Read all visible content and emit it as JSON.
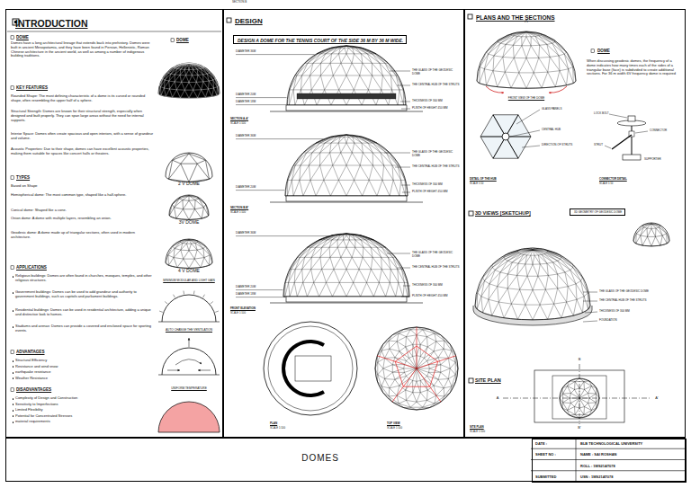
{
  "diagram": {
    "nodes": [
      {
        "text": [
          "INTRODUCTION"
        ]
      },
      {
        "text": [
          "DESIGN"
        ]
      },
      {
        "text": [
          "DESIGN A DOME FOR THE TENNIS COURT OF THE SIDE 36 M BY 36 M WIDE."
        ],
        "in": 1
      },
      {
        "text": [
          "PLANS AND THE SECTIONS"
        ]
      },
      {
        "text": [
          "3D GEOMETRY OF GEODESIC DOME"
        ],
        "in": 3
      },
      {
        "text": [
          "DOMES"
        ]
      },
      {
        "text": [
          "DATE :",
          "SHEET NO :",
          "SUBMITTED",
          "BLB TECHNOLOGICAL UNIVERSITY",
          "NAME : SAI ROSHAN",
          "ROLL : 1MS21AT078",
          "USN : 1MS21AT078"
        ],
        "in": 5
      }
    ],
    "labels": [
      "DOME",
      "Domes have a long architectural lineage that extends back into prehistory. Domes were built in ancient Mesopotamia, and they have been found in Persian, Hellenistic, Roman Chinese architecture in the ancient world, as well as among a number of indigenous building traditions.",
      "KEY FEATURES",
      "Rounded Shape: The most defining characteristic of a dome is its curved or rounded shape, often resembling the upper half of a sphere.",
      "Structural Strength: Domes are known for their structural strength, especially when designed and built properly. They can span large areas without the need for internal supports.",
      "Interior Space: Domes often create spacious and open interiors, with a sense of grandeur and volume.",
      "Acoustic Properties: Due to their shape, domes can have excellent acoustic properties, making them suitable for spaces like concert halls or theaters.",
      "TYPES",
      "Based on Shape",
      "Hemispherical dome: The most common type, shaped like a half-sphere.",
      "Conical dome: Shaped like a cone.",
      "Onion dome: A dome with multiple layers, resembling an onion.",
      "Geodesic dome: A dome made up of triangular sections, often used in modern architecture.",
      "APPLICATIONS",
      "Religious buildings: Domes are often found in churches, mosques, temples, and other religious structures.",
      "Government buildings: Domes can be used to add grandeur and authority to government buildings, such as capitols and parliament buildings.",
      "Residential buildings: Domes can be used in residential architecture, adding a unique and distinctive look to homes.",
      "Stadiums and arenas: Domes can provide a covered and enclosed space for sporting events.",
      "ADVANTAGES",
      "Structural Efficiency",
      "Resistance and wind snow",
      "earthquake resistance",
      "Weather Resistance",
      "DISADVANTAGES",
      "Complexity of Design and Construction",
      "Sensitivity to Imperfections",
      "Limited Flexibility",
      "Potential for Concentrated Stresses",
      "material requirements",
      "DOME",
      "2 V DOME",
      "3V DOME",
      "4 V DOME",
      "MINIMUM MODULAR AND LIGHT GAIN",
      "AUTO CHANGE THE VENTILATION",
      "UNIFORM TEMPERATURE",
      "DIAMETER 36M",
      "DIAMETER 20M",
      "DIAMETER 18M",
      "THE GLASS OF THE GEODESIC DOME",
      "THE CENTRAL HUB OF THE STRUTS",
      "THICKNESS OF 300 MM",
      "PLINTH OF HEIGHT 450 MM",
      "SECTION A-A'",
      "SCALE 1:100",
      "DIAMETER 36M",
      "DIAMETER 20M",
      "THE GLASS OF THE GEODESIC DOME",
      "THE CENTRAL HUB OF THE STRUTS",
      "THICKNESS OF 300 MM",
      "PLINTH OF HEIGHT 450 MM",
      "SECTION B-B'",
      "SCALE 1:100",
      "DIAMETER 36M",
      "DIAMETER 20M",
      "DIAMETER 18M",
      "THE GLASS OF THE GEODESIC DOME",
      "THE CENTRAL HUB OF THE STRUTS",
      "THICKNESS OF 300 MM",
      "PLINTH OF HEIGHT 450 MM",
      "FRONT ELEVATION",
      "SCALE 1:100",
      "PLAN",
      "SCALE 1:100",
      "TOP VIEW",
      "SCALE 1:100",
      "A",
      "FRONT VIEW OF THE DOME",
      "GLASS PANELS",
      "CENTRAL HUB",
      "DIRECTION OF STRUTS",
      "DETAIL OF THE HUB",
      "SCALE 1:10",
      "DOME",
      "When discussing geodesic domes, the frequency of a dome indicates how many times each of the sides of a triangular base (face) is subdivided to create additional sections. For 36 m width 6V frequency dome is required",
      "LOCK BOLT",
      "STRUT",
      "CONNECTOR",
      "SUPPORTER",
      "CONNECTOR DETAIL",
      "SCALE 1:10",
      "3D VIEWS [SKETCHUP]",
      "THE GLASS OF THE GEODESIC DOME",
      "THE CENTRAL HUB OF THE STRUTS",
      "THICKNESS OF 300 MM",
      "FOUNDATION",
      "SITE PLAN",
      "B",
      "B'",
      "A",
      "A'",
      "SITE PLAN",
      "SCALE 1:100",
      "SECTION B"
    ]
  }
}
